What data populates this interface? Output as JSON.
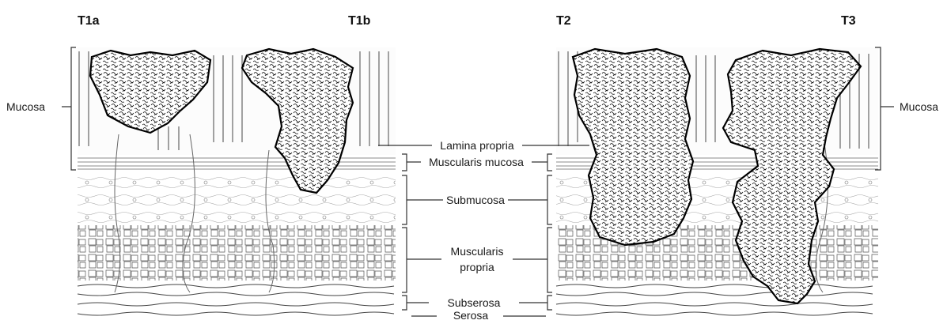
{
  "stages": {
    "t1a": "T1a",
    "t1b": "T1b",
    "t2": "T2",
    "t3": "T3"
  },
  "layers": {
    "mucosa_left": "Mucosa",
    "mucosa_right": "Mucosa",
    "lamina_propria": "Lamina propria",
    "muscularis_mucosa": "Muscularis mucosa",
    "submucosa": "Submucosa",
    "muscularis_propria_line1": "Muscularis",
    "muscularis_propria_line2": "propria",
    "subserosa": "Subserosa",
    "serosa": "Serosa"
  }
}
